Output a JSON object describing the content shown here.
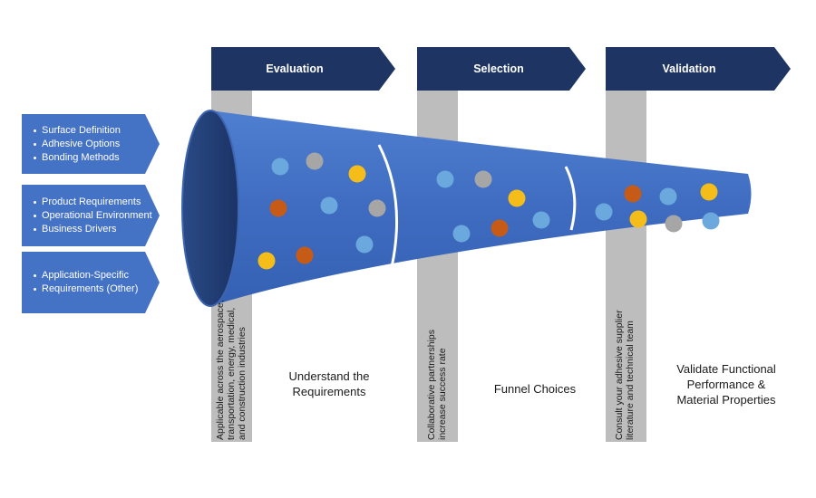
{
  "colors": {
    "navy": "#1e3462",
    "funnel_blue": "#4472c4",
    "funnel_light": "#5b8ad6",
    "gray_bar": "#bdbdbd",
    "ball_blue": "#6aa8de",
    "ball_gray": "#a6a6a6",
    "ball_yellow": "#f5bd1a",
    "ball_orange": "#c65a17"
  },
  "inputs": [
    {
      "items": [
        "Surface Definition",
        "Adhesive Options",
        "Bonding Methods"
      ]
    },
    {
      "items": [
        "Product Requirements",
        "Operational Environment",
        "Business Drivers"
      ]
    },
    {
      "items": [
        "Application-Specific",
        "Requirements (Other)"
      ],
      "continuation": true
    }
  ],
  "stages": [
    {
      "title": "Evaluation",
      "note": [
        "Applicable across the aerospace,",
        "transportation, energy, medical,",
        "and construction industries"
      ],
      "caption": [
        "Understand the",
        "Requirements"
      ]
    },
    {
      "title": "Selection",
      "note": [
        "Collaborative partnerships",
        "increase success rate"
      ],
      "caption": [
        "Funnel Choices"
      ]
    },
    {
      "title": "Validation",
      "note": [
        "Consult your adhesive supplier",
        "literature and technical team"
      ],
      "caption": [
        "Validate Functional",
        "Performance &",
        "Material Properties"
      ]
    }
  ],
  "ball_groups": [
    [
      "blue",
      "gray",
      "yellow",
      "orange",
      "blue",
      "gray",
      "yellow",
      "orange",
      "blue"
    ],
    [
      "blue",
      "gray",
      "yellow",
      "blue",
      "orange",
      "blue"
    ],
    [
      "orange",
      "blue",
      "yellow",
      "blue",
      "yellow",
      "gray",
      "blue"
    ]
  ]
}
